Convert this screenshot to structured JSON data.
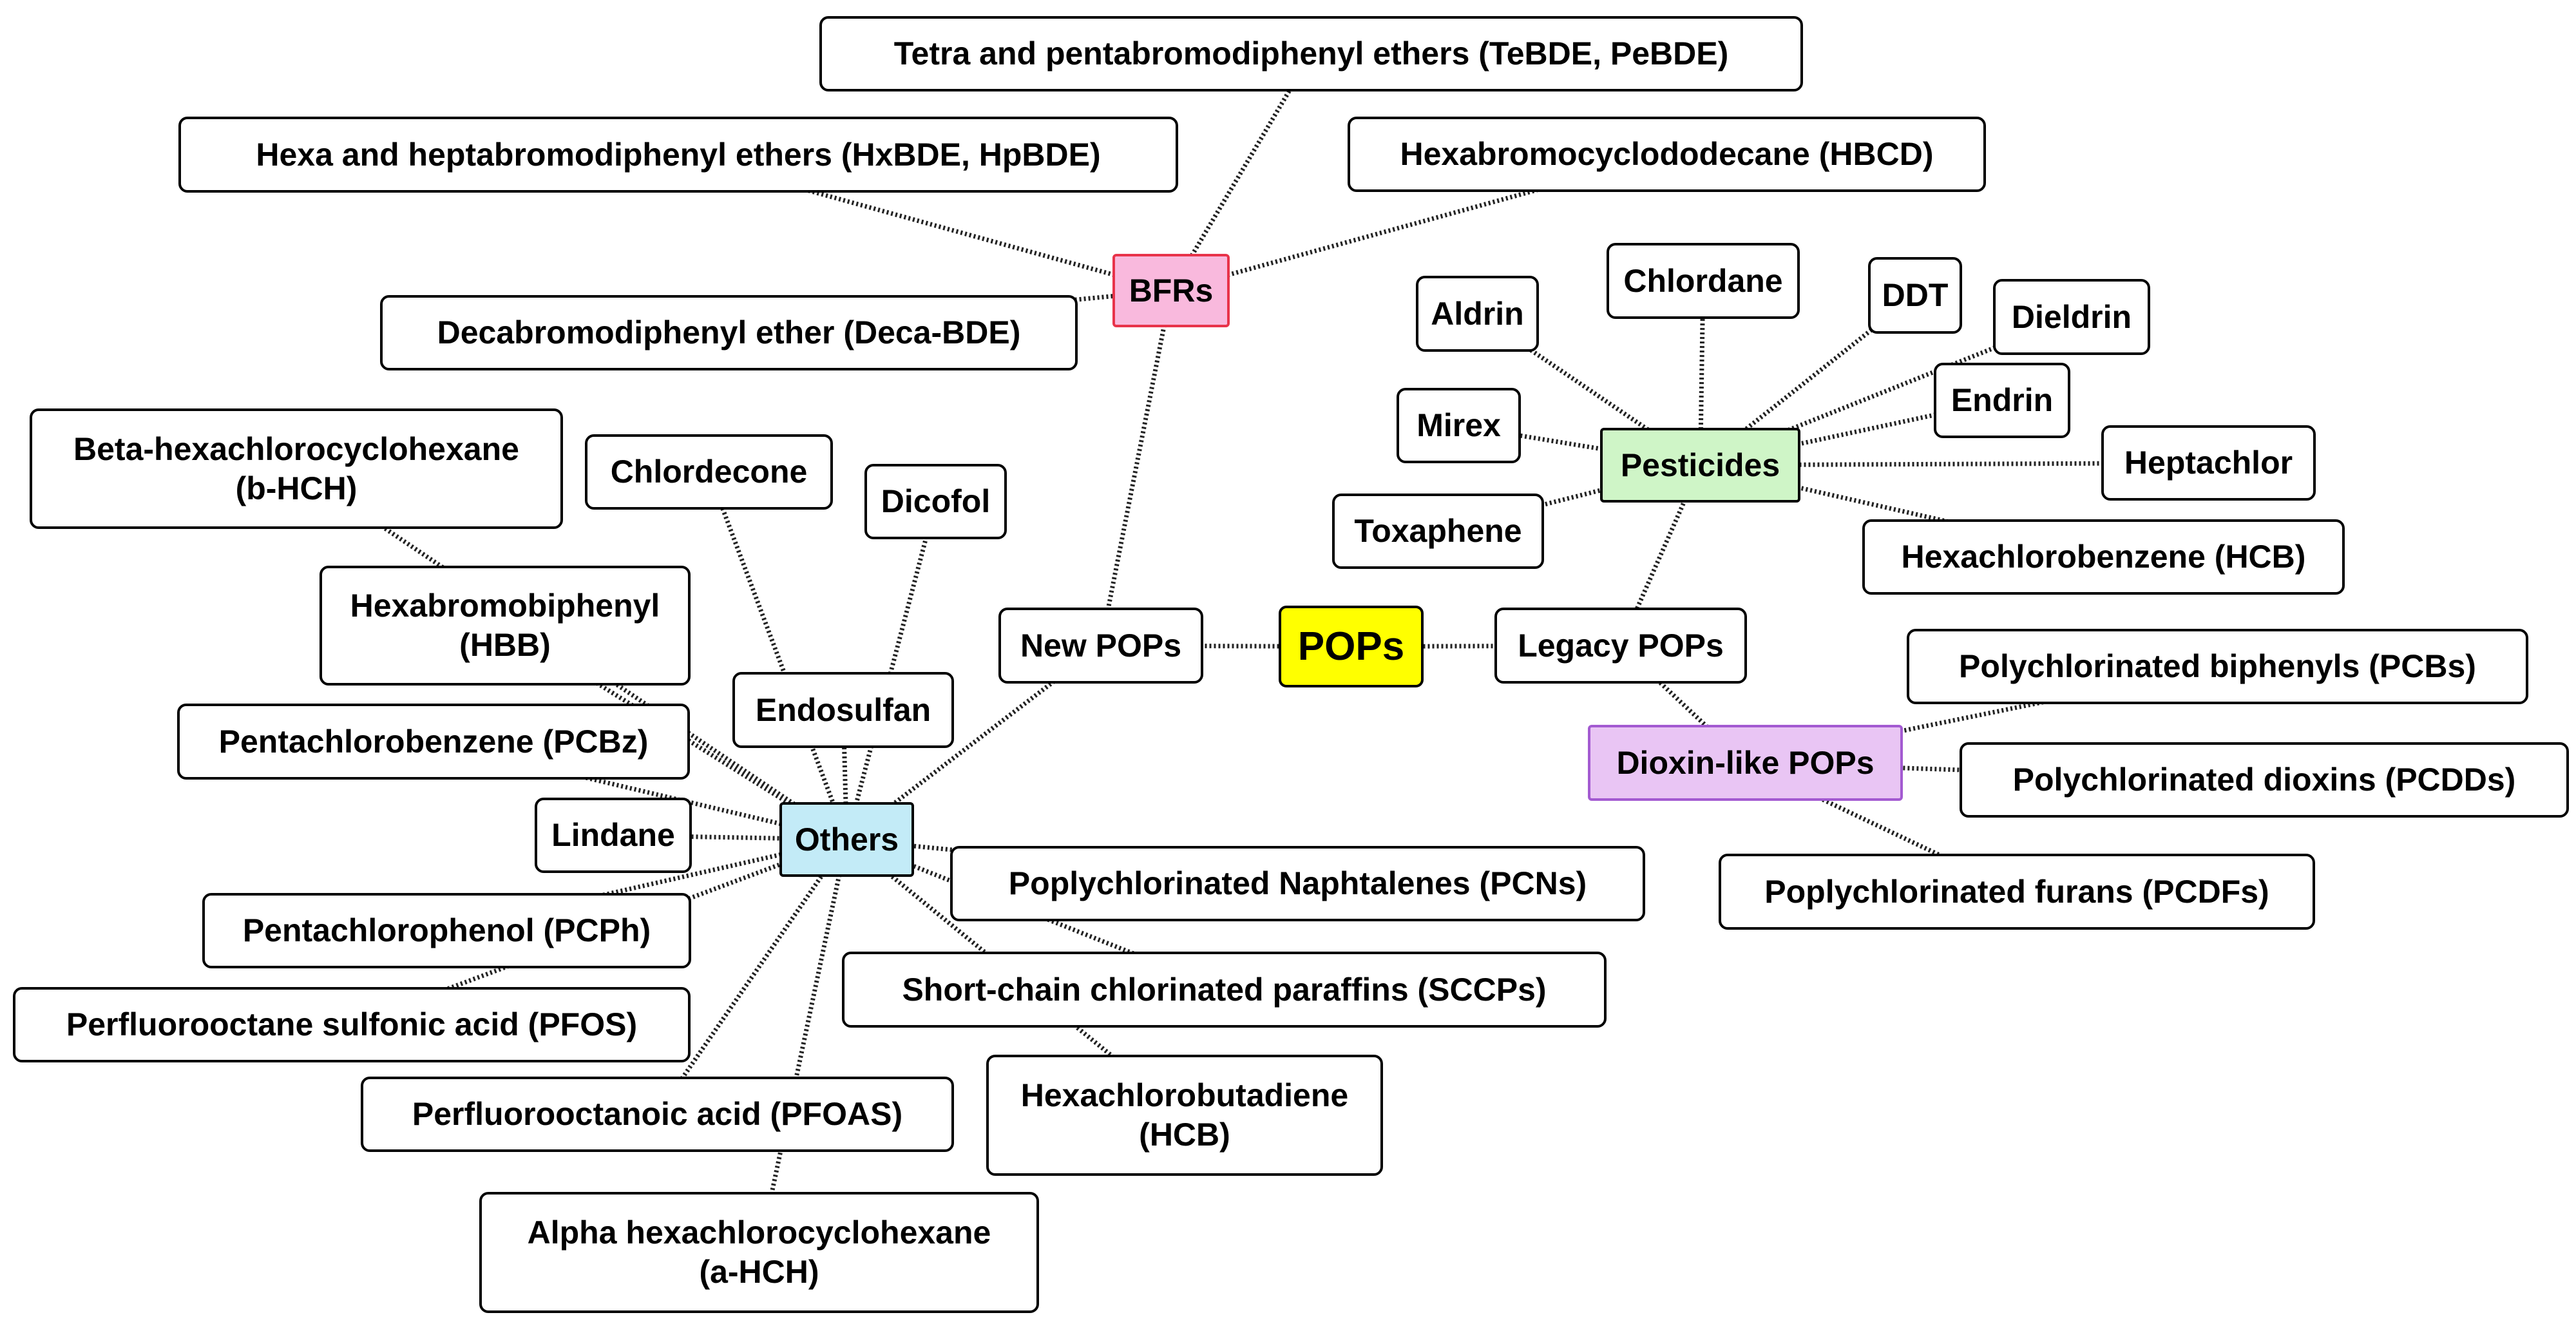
{
  "nodes": [
    {
      "id": "pops",
      "label": "POPs",
      "color": "#ffff00"
    },
    {
      "id": "new",
      "label": "New POPs"
    },
    {
      "id": "legacy",
      "label": "Legacy POPs"
    },
    {
      "id": "bfrs",
      "label": "BFRs",
      "color": "#f9b9dd"
    },
    {
      "id": "pesticides",
      "label": "Pesticides",
      "color": "#cff5c7"
    },
    {
      "id": "dioxin",
      "label": "Dioxin-like POPs",
      "color": "#e9c5f4"
    },
    {
      "id": "others",
      "label": "Others",
      "color": "#c3ebf7"
    },
    {
      "id": "tetra",
      "label": "Tetra and pentabromodiphenyl ethers (TeBDE, PeBDE)"
    },
    {
      "id": "hexa",
      "label": "Hexa and heptabromodiphenyl ethers (HxBDE, HpBDE)"
    },
    {
      "id": "hbcd",
      "label": "Hexabromocyclododecane (HBCD)"
    },
    {
      "id": "deca",
      "label": "Decabromodiphenyl ether (Deca-BDE)"
    },
    {
      "id": "aldrin",
      "label": "Aldrin"
    },
    {
      "id": "chlordane",
      "label": "Chlordane"
    },
    {
      "id": "ddt",
      "label": "DDT"
    },
    {
      "id": "dieldrin",
      "label": "Dieldrin"
    },
    {
      "id": "endrin",
      "label": "Endrin"
    },
    {
      "id": "mirex",
      "label": "Mirex"
    },
    {
      "id": "heptachlor",
      "label": "Heptachlor"
    },
    {
      "id": "toxaphene",
      "label": "Toxaphene"
    },
    {
      "id": "hcb",
      "label": "Hexachlorobenzene (HCB)"
    },
    {
      "id": "pcbs",
      "label": "Polychlorinated biphenyls (PCBs)"
    },
    {
      "id": "pcdds",
      "label": "Polychlorinated dioxins (PCDDs)"
    },
    {
      "id": "pcdfs",
      "label": "Poplychlorinated furans (PCDFs)"
    },
    {
      "id": "bhch",
      "label": "Beta-hexachlorocyclohexane\n(b-HCH)"
    },
    {
      "id": "chlordecone",
      "label": "Chlordecone"
    },
    {
      "id": "dicofol",
      "label": "Dicofol"
    },
    {
      "id": "hbb",
      "label": "Hexabromobiphenyl\n(HBB)"
    },
    {
      "id": "endosulfan",
      "label": "Endosulfan"
    },
    {
      "id": "pcbz",
      "label": "Pentachlorobenzene (PCBz)"
    },
    {
      "id": "lindane",
      "label": "Lindane"
    },
    {
      "id": "pcph",
      "label": "Pentachlorophenol (PCPh)"
    },
    {
      "id": "pfos",
      "label": "Perfluorooctane sulfonic acid (PFOS)"
    },
    {
      "id": "pfoas",
      "label": "Perfluorooctanoic acid (PFOAS)"
    },
    {
      "id": "ahch",
      "label": "Alpha hexachlorocyclohexane\n(a-HCH)"
    },
    {
      "id": "pcns",
      "label": "Poplychlorinated Naphtalenes (PCNs)"
    },
    {
      "id": "sccps",
      "label": "Short-chain chlorinated paraffins (SCCPs)"
    },
    {
      "id": "hcbd",
      "label": "Hexachlorobutadiene\n(HCB)"
    }
  ],
  "edges": [
    [
      "pops",
      "new"
    ],
    [
      "pops",
      "legacy"
    ],
    [
      "new",
      "bfrs"
    ],
    [
      "new",
      "others"
    ],
    [
      "legacy",
      "pesticides"
    ],
    [
      "legacy",
      "dioxin"
    ],
    [
      "bfrs",
      "tetra"
    ],
    [
      "bfrs",
      "hexa"
    ],
    [
      "bfrs",
      "hbcd"
    ],
    [
      "bfrs",
      "deca"
    ],
    [
      "pesticides",
      "aldrin"
    ],
    [
      "pesticides",
      "chlordane"
    ],
    [
      "pesticides",
      "ddt"
    ],
    [
      "pesticides",
      "dieldrin"
    ],
    [
      "pesticides",
      "endrin"
    ],
    [
      "pesticides",
      "mirex"
    ],
    [
      "pesticides",
      "heptachlor"
    ],
    [
      "pesticides",
      "toxaphene"
    ],
    [
      "pesticides",
      "hcb"
    ],
    [
      "dioxin",
      "pcbs"
    ],
    [
      "dioxin",
      "pcdds"
    ],
    [
      "dioxin",
      "pcdfs"
    ],
    [
      "others",
      "bhch"
    ],
    [
      "others",
      "chlordecone"
    ],
    [
      "others",
      "dicofol"
    ],
    [
      "others",
      "hbb"
    ],
    [
      "others",
      "endosulfan"
    ],
    [
      "others",
      "pcbz"
    ],
    [
      "others",
      "lindane"
    ],
    [
      "others",
      "pcph"
    ],
    [
      "others",
      "pfos"
    ],
    [
      "others",
      "pfoas"
    ],
    [
      "others",
      "ahch"
    ],
    [
      "others",
      "pcns"
    ],
    [
      "others",
      "sccps"
    ],
    [
      "others",
      "hcbd"
    ]
  ]
}
